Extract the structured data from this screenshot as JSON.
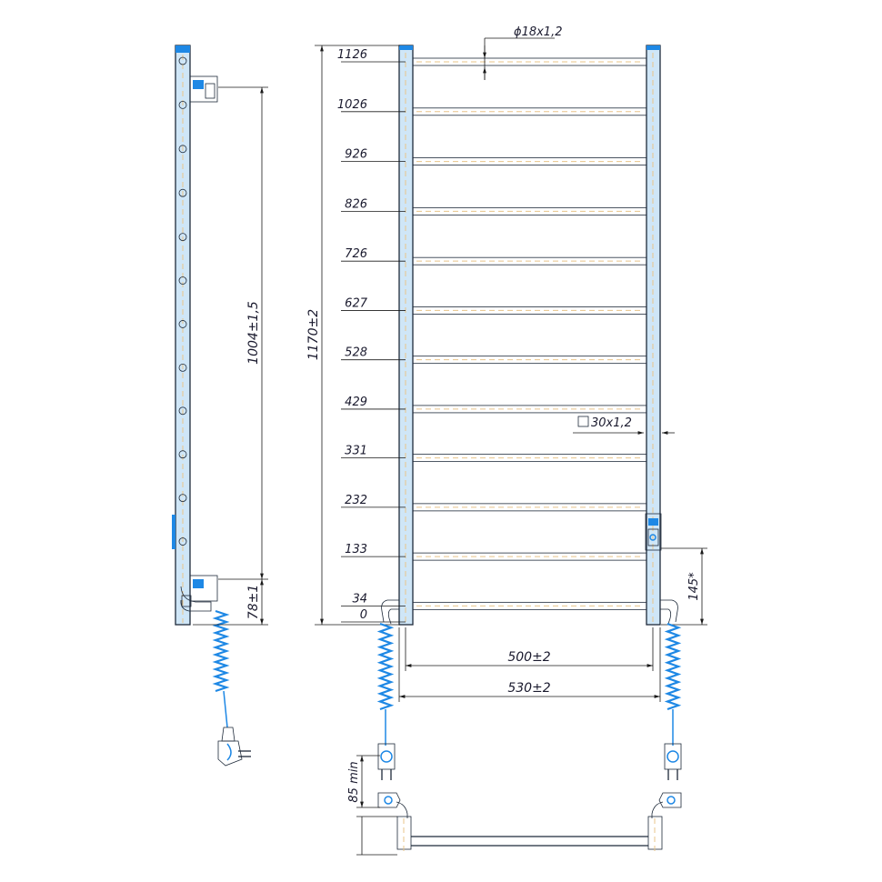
{
  "colors": {
    "outline": "#1e2a3a",
    "accent": "#1e88e5",
    "fill": "#cfe6f7",
    "centerline": "#e8c48a"
  },
  "front_view": {
    "bar_heights": [
      "1126",
      "1026",
      "926",
      "826",
      "726",
      "627",
      "528",
      "429",
      "331",
      "232",
      "133",
      "34",
      "0"
    ],
    "overall_height": "1170±2",
    "bar_diameter": "ϕ18x1,2",
    "post_section": "30x1,2",
    "inner_width": "500±2",
    "outer_width": "530±2",
    "socket_height": "145*",
    "clearance": "85 min"
  },
  "side_view": {
    "mount_distance": "1004±1,5",
    "bottom_offset": "78±1"
  }
}
